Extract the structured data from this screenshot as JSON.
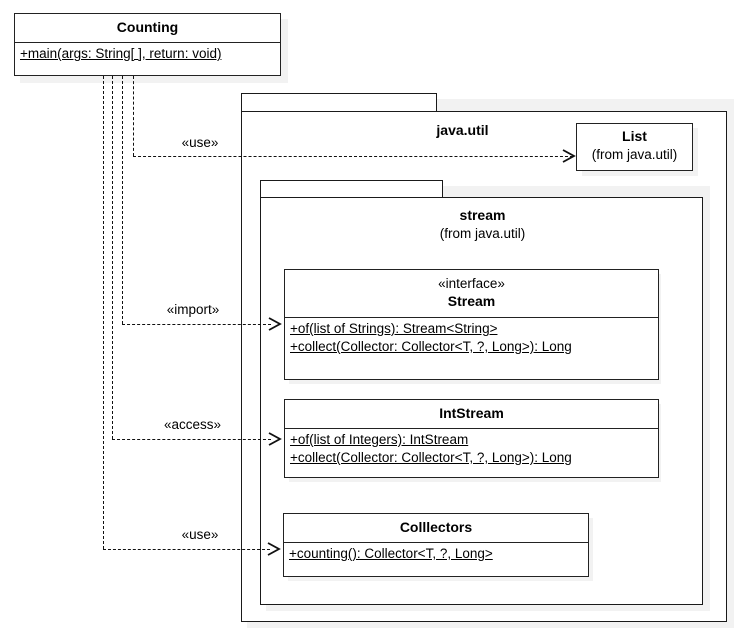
{
  "diagram": {
    "title": "Counting UML class diagram",
    "type": "uml-class-diagram",
    "background": "#ffffff",
    "line_color": "#111111",
    "shadow_color": "#f2f2f2"
  },
  "classes": {
    "counting": {
      "name": "Counting",
      "stereotype": "",
      "members": [
        "+main(args: String[ ], return: void)"
      ]
    },
    "list": {
      "name": "List",
      "sub": "(from java.util)",
      "members": []
    },
    "stream": {
      "stereotype": "«interface»",
      "name": "Stream",
      "members": [
        "+of(list of Strings): Stream<String>",
        "+collect(Collector: Collector<T, ?, Long>): Long"
      ]
    },
    "intstream": {
      "name": "IntStream",
      "members": [
        "+of(list of Integers): IntStream",
        "+collect(Collector: Collector<T, ?, Long>): Long"
      ]
    },
    "collectors": {
      "name": "Colllectors",
      "members": [
        "+counting(): Collector<T, ?, Long>"
      ]
    }
  },
  "packages": {
    "java_util": {
      "name": "java.util"
    },
    "stream": {
      "name": "stream",
      "sub": "(from java.util)"
    }
  },
  "relations": [
    {
      "label": "«use»",
      "from": "Counting",
      "to": "List"
    },
    {
      "label": "«import»",
      "from": "Counting",
      "to": "Stream"
    },
    {
      "label": "«access»",
      "from": "Counting",
      "to": "IntStream"
    },
    {
      "label": "«use»",
      "from": "Counting",
      "to": "Colllectors"
    }
  ]
}
